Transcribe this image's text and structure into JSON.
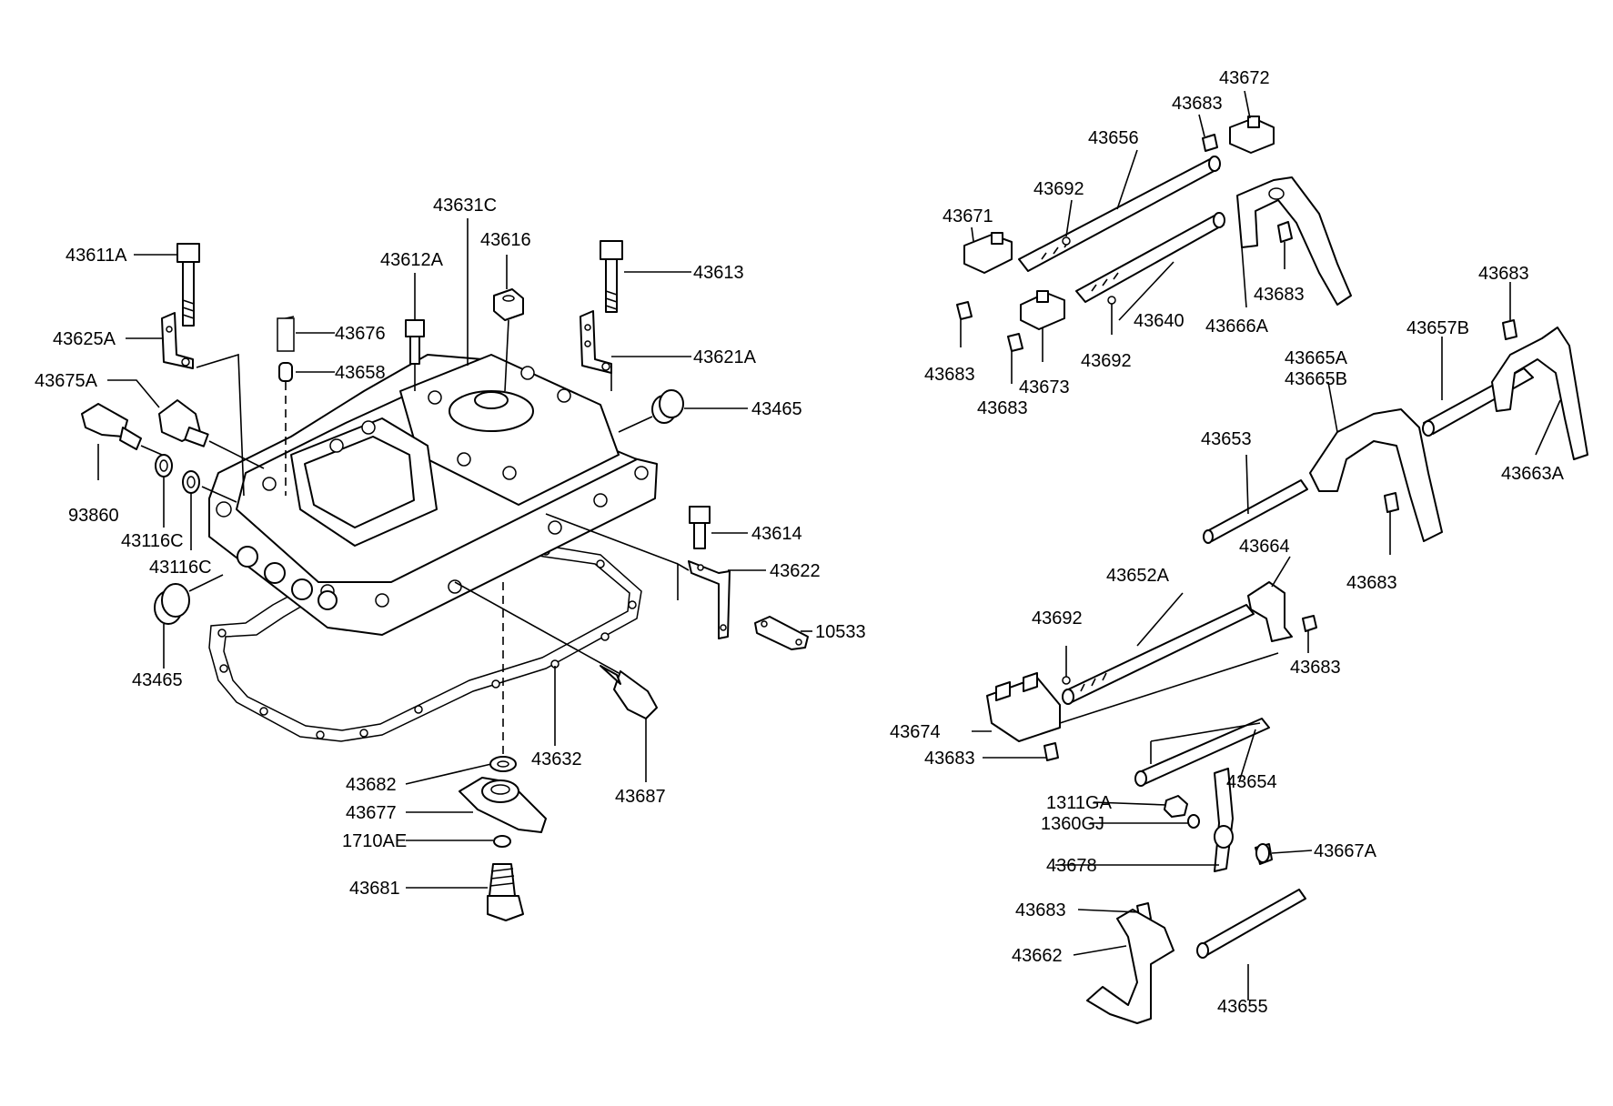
{
  "diagram": {
    "left_assembly": {
      "labels": {
        "p43611A": "43611A",
        "p43625A": "43625A",
        "p43675A": "43675A",
        "p93860": "93860",
        "p43116C_1": "43116C",
        "p43116C_2": "43116C",
        "p43465_left": "43465",
        "p43676": "43676",
        "p43658": "43658",
        "p43612A": "43612A",
        "p43631C": "43631C",
        "p43616": "43616",
        "p43613": "43613",
        "p43621A": "43621A",
        "p43465_right": "43465",
        "p43614": "43614",
        "p43622": "43622",
        "p10533": "10533",
        "p43632": "43632",
        "p43687": "43687",
        "p43682": "43682",
        "p43677": "43677",
        "p1710AE": "1710AE",
        "p43681": "43681"
      }
    },
    "right_assembly": {
      "labels": {
        "p43672": "43672",
        "p43683_a": "43683",
        "p43656": "43656",
        "p43692_a": "43692",
        "p43671": "43671",
        "p43683_b": "43683",
        "p43673": "43673",
        "p43683_c": "43683",
        "p43640": "43640",
        "p43692_b": "43692",
        "p43666A": "43666A",
        "p43683_d": "43683",
        "p43683_e": "43683",
        "p43657B": "43657B",
        "p43665A": "43665A",
        "p43665B": "43665B",
        "p43663A": "43663A",
        "p43653": "43653",
        "p43683_f": "43683",
        "p43664": "43664",
        "p43652A": "43652A",
        "p43692_c": "43692",
        "p43683_g": "43683",
        "p43674": "43674",
        "p43683_h": "43683",
        "p43654": "43654",
        "p1311GA": "1311GA",
        "p1360GJ": "1360GJ",
        "p43667A": "43667A",
        "p43678": "43678",
        "p43683_i": "43683",
        "p43662": "43662",
        "p43655": "43655"
      }
    }
  }
}
